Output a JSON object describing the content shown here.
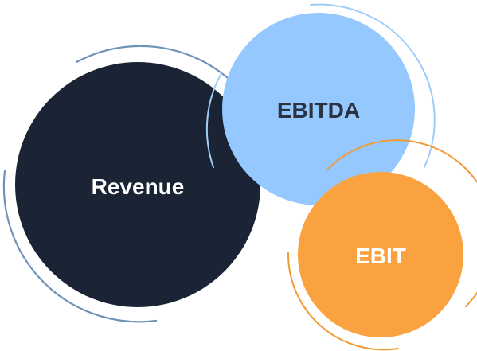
{
  "diagram": {
    "nodes": [
      {
        "id": "revenue",
        "label": "Revenue",
        "fill": "#1b2434",
        "text_color": "#ffffff",
        "ring_color": "#6f93b8"
      },
      {
        "id": "ebitda",
        "label": "EBITDA",
        "fill": "#94c8ff",
        "text_color": "#2b3240",
        "ring_color": "#9fcdf7"
      },
      {
        "id": "ebit",
        "label": "EBIT",
        "fill": "#faa23f",
        "text_color": "#ffffff",
        "ring_color": "#f19a35"
      }
    ]
  }
}
